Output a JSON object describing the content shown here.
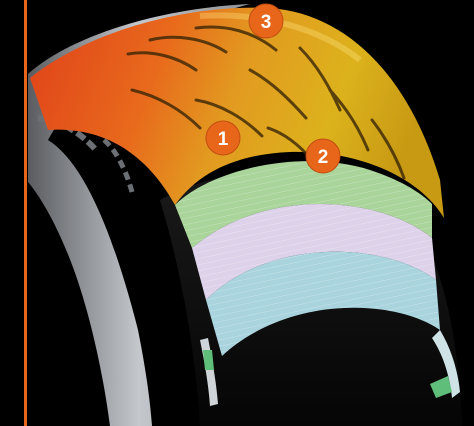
{
  "diagram": {
    "subject": "motorcycle-tire-cutaway",
    "callouts": [
      {
        "label": "1",
        "part": "orange-shoulder-zone"
      },
      {
        "label": "2",
        "part": "layer-stack"
      },
      {
        "label": "3",
        "part": "yellow-center-tread"
      }
    ],
    "colors": {
      "background": "#000000",
      "accent_line": "#e8661a",
      "badge_fill": "#e8661a",
      "badge_text": "#ffffff",
      "tread_orange": "#e8541c",
      "tread_yellow": "#dcb21c",
      "sidewall": "#b8bcc0",
      "layer_green": "#a9d49a",
      "layer_lavender": "#ddd2ea",
      "layer_blue": "#a9d4de",
      "inner_liner": "#3a3a3a"
    }
  }
}
